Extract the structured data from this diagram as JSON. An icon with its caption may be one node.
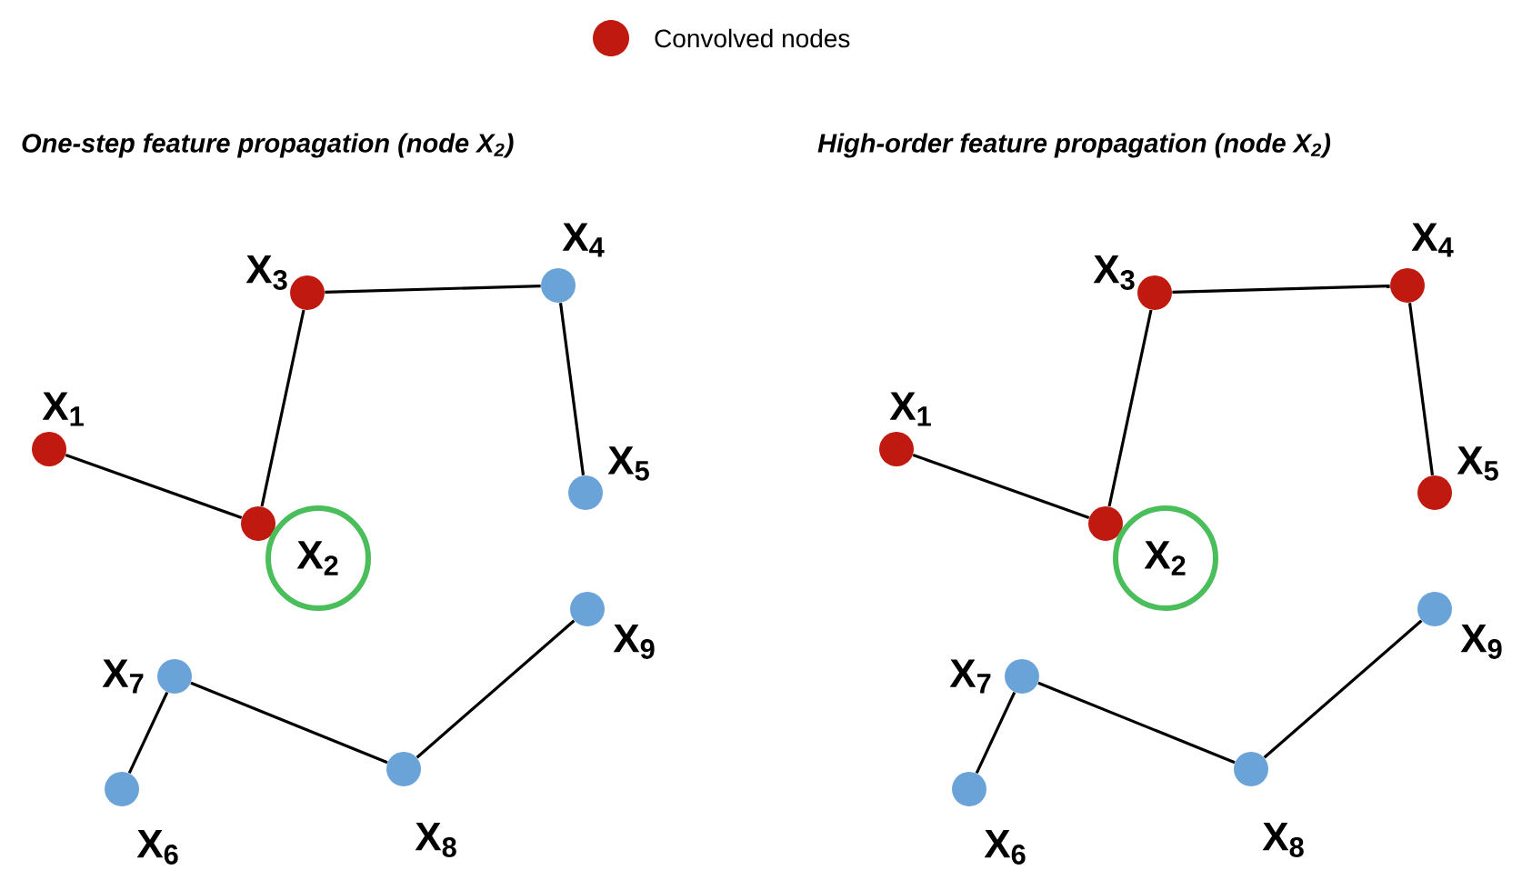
{
  "diagram": {
    "nodes": [
      {
        "text": [],
        "shape": "circle",
        "beside": [
          "X$_{1}$"
        ]
      },
      {
        "text": [],
        "shape": "circle"
      },
      {
        "text": [
          "X$_{2}$"
        ]
      },
      {
        "text": [],
        "shape": "circle",
        "beside": [
          "X$_{3}$"
        ]
      },
      {
        "text": [],
        "shape": "circle",
        "beside": [
          "X$_{4}$"
        ]
      },
      {
        "text": [],
        "shape": "circle",
        "beside": [
          "X$_{5}$"
        ]
      },
      {
        "text": [],
        "shape": "circle",
        "beside": [
          "X$_{6}$"
        ]
      },
      {
        "text": [],
        "shape": "circle",
        "beside": [
          "X$_{7}$"
        ]
      },
      {
        "text": [],
        "shape": "circle",
        "beside": [
          "X$_{8}$"
        ]
      },
      {
        "text": [],
        "shape": "circle",
        "beside": [
          "X$_{9}$"
        ]
      },
      {
        "text": [],
        "shape": "circle",
        "beside": [
          "X$_{1}$"
        ]
      },
      {
        "text": [],
        "shape": "circle"
      },
      {
        "text": [
          "X$_{2}$"
        ]
      },
      {
        "text": [],
        "shape": "circle",
        "beside": [
          "X$_{3}$"
        ]
      },
      {
        "text": [],
        "shape": "circle",
        "beside": [
          "X$_{4}$"
        ]
      },
      {
        "text": [],
        "shape": "circle",
        "beside": [
          "X$_{5}$"
        ]
      },
      {
        "text": [],
        "shape": "circle",
        "beside": [
          "X$_{6}$"
        ]
      },
      {
        "text": [],
        "shape": "circle",
        "beside": [
          "X$_{7}$"
        ]
      },
      {
        "text": [],
        "shape": "circle",
        "beside": [
          "X$_{8}$"
        ]
      },
      {
        "text": [],
        "shape": "circle",
        "beside": [
          "X$_{9}$"
        ]
      }
    ],
    "edges": [
      {
        "from": 0,
        "to": 1,
        "arrow": "none"
      },
      {
        "from": 1,
        "to": 3,
        "arrow": "none"
      },
      {
        "from": 3,
        "to": 4,
        "arrow": "none"
      },
      {
        "from": 4,
        "to": 5,
        "arrow": "none"
      },
      {
        "from": 6,
        "to": 7,
        "arrow": "none"
      },
      {
        "from": 7,
        "to": 8,
        "arrow": "none"
      },
      {
        "from": 8,
        "to": 9,
        "arrow": "none"
      },
      {
        "from": 10,
        "to": 11,
        "arrow": "none"
      },
      {
        "from": 11,
        "to": 13,
        "arrow": "none"
      },
      {
        "from": 13,
        "to": 14,
        "arrow": "none"
      },
      {
        "from": 14,
        "to": 15,
        "arrow": "none"
      },
      {
        "from": 16,
        "to": 17,
        "arrow": "none"
      },
      {
        "from": 17,
        "to": 18,
        "arrow": "none"
      },
      {
        "from": 18,
        "to": 19,
        "arrow": "none"
      }
    ],
    "labels": [
      "One-step feature propagation (node X$_{2}$)",
      "High-order feature propagation (node  X$_{2}$)"
    ],
    "legend": [
      {
        "text": "Convolved nodes",
        "color": "#c0190f"
      }
    ]
  }
}
